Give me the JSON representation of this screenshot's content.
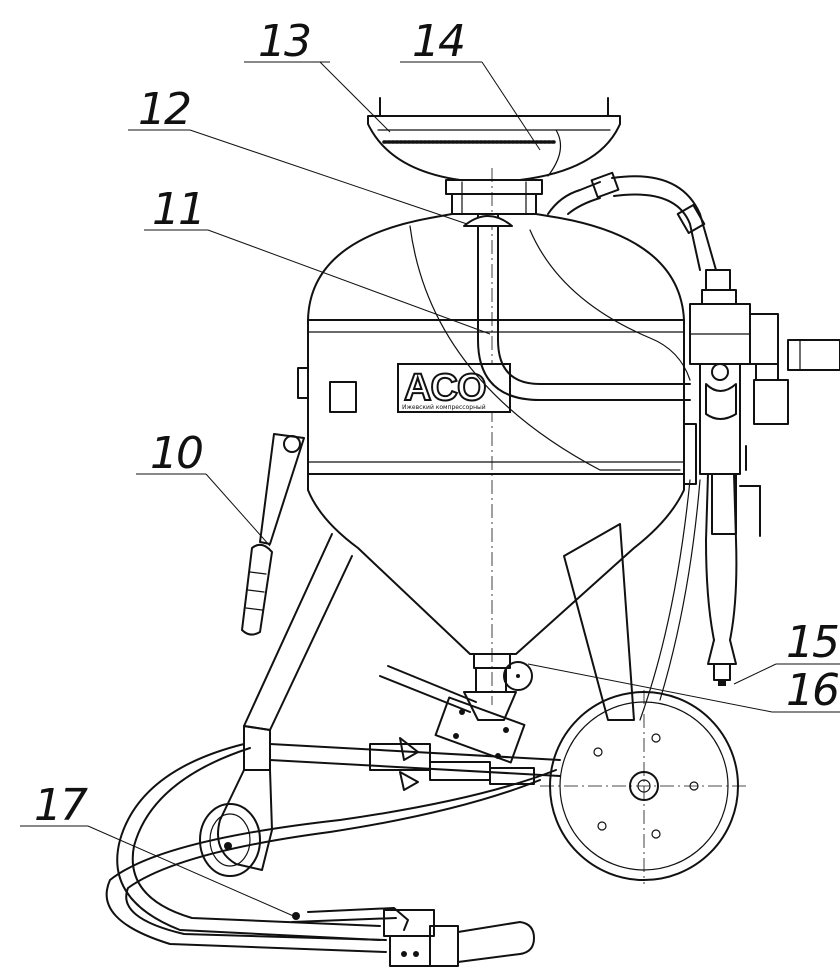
{
  "callouts": [
    {
      "id": "10",
      "label": "10"
    },
    {
      "id": "11",
      "label": "11"
    },
    {
      "id": "12",
      "label": "12"
    },
    {
      "id": "13",
      "label": "13"
    },
    {
      "id": "14",
      "label": "14"
    },
    {
      "id": "15",
      "label": "15"
    },
    {
      "id": "16",
      "label": "16"
    },
    {
      "id": "17",
      "label": "17"
    }
  ],
  "tank_logo": {
    "text": "АСО",
    "subtext": "Ижевский компрессорный"
  },
  "colors": {
    "line": "#111111",
    "background": "#ffffff"
  }
}
